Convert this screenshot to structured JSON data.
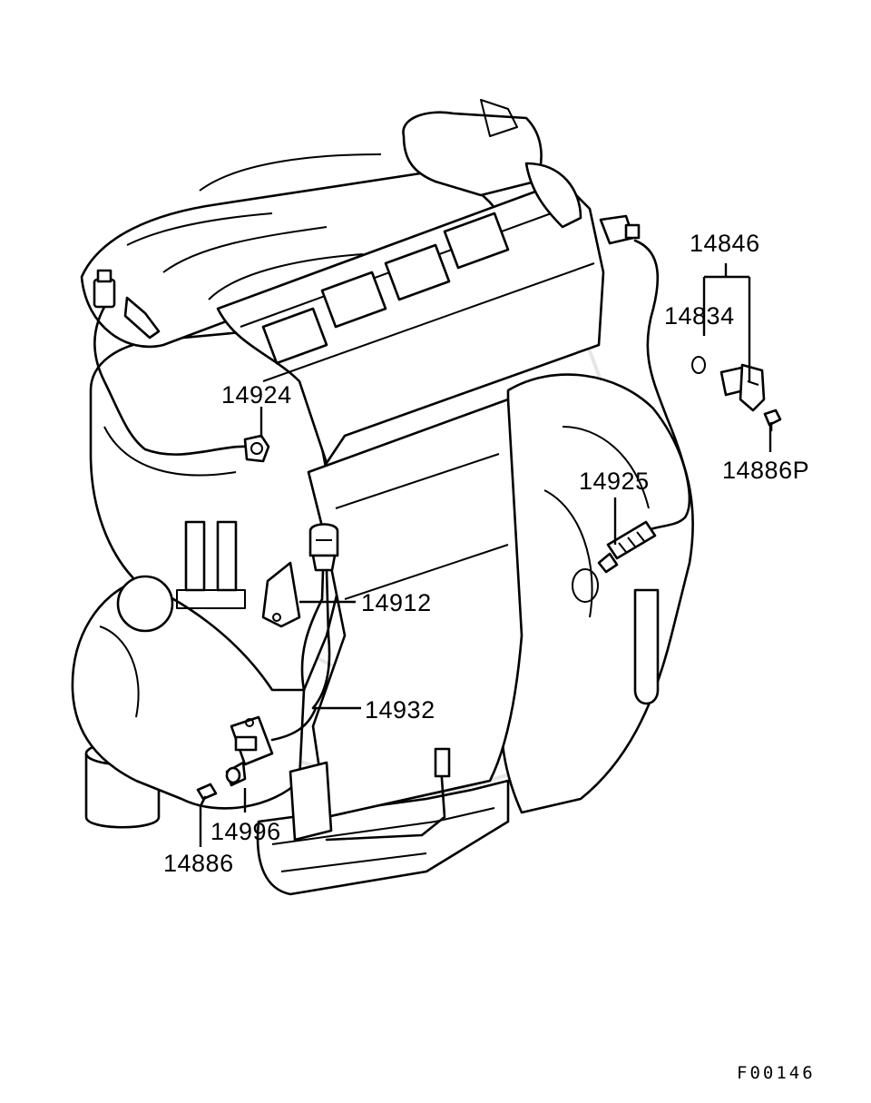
{
  "diagram": {
    "drawing_code": "F00146",
    "callouts": [
      {
        "id": "c14846",
        "label": "14846"
      },
      {
        "id": "c14834",
        "label": "14834"
      },
      {
        "id": "c14924",
        "label": "14924"
      },
      {
        "id": "c14886P",
        "label": "14886P"
      },
      {
        "id": "c14925",
        "label": "14925"
      },
      {
        "id": "c14912",
        "label": "14912"
      },
      {
        "id": "c14932",
        "label": "14932"
      },
      {
        "id": "c14996",
        "label": "14996"
      },
      {
        "id": "c14886",
        "label": "14886"
      }
    ]
  }
}
